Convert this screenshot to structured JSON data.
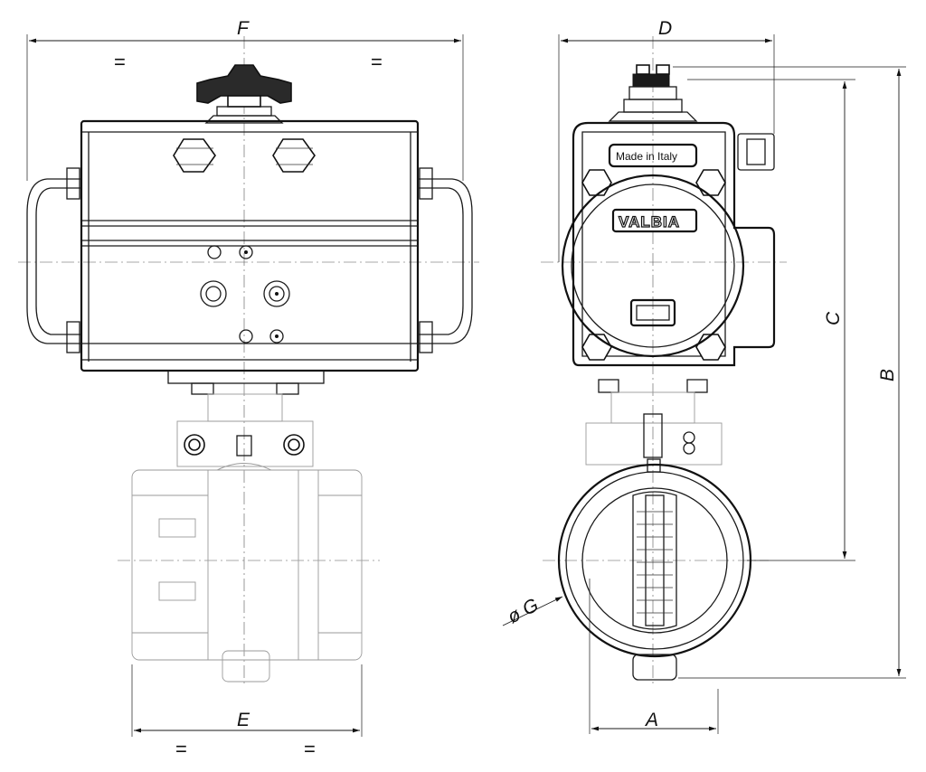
{
  "dimensions": {
    "F": "F",
    "D": "D",
    "C": "C",
    "B": "B",
    "E": "E",
    "A": "A",
    "G": "ø G"
  },
  "equal_marks": {
    "top_left": "=",
    "top_right": "=",
    "bottom_left": "=",
    "bottom_right": "="
  },
  "nameplate": {
    "origin": "Made in Italy",
    "brand": "VALBIA"
  }
}
